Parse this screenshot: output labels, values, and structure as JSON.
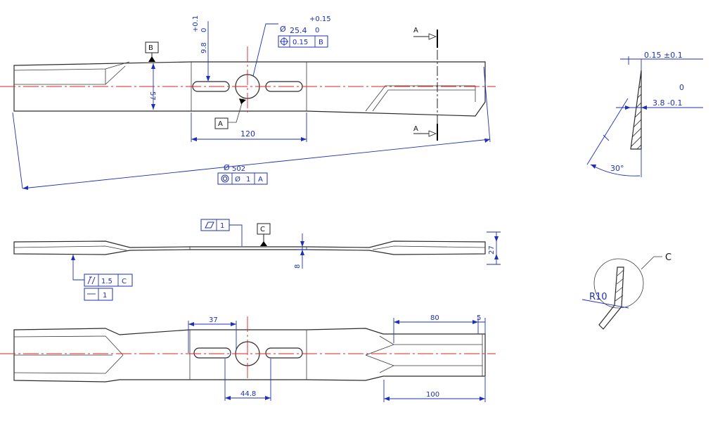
{
  "dimensions": {
    "thickness": "57",
    "center_width": "120",
    "bore_pos_tol_top": "+0.1",
    "bore_pos_tol_bottom": "0",
    "bore_pos_value": "9.8",
    "bore_dia": "25.4",
    "bore_tol_top": "+0.15",
    "bore_tol_bottom": "0",
    "length_dia": "502",
    "slot_spacing": "37",
    "slot_center": "44.8",
    "tip_80": "80",
    "tip_5": "5",
    "tip_100": "100",
    "height_8": "8",
    "height_27": "27",
    "edge_tol_top": "0.15 ±0.1",
    "edge_zero": "0",
    "edge_thick": "3.8  -0.1",
    "angle": "30°",
    "radius": "R10"
  },
  "tolerance_frames": {
    "bore_position": {
      "value": "0.15",
      "datum": "B"
    },
    "runout": {
      "value": "1",
      "datum": "A",
      "symbol": "Ø"
    },
    "flatness": {
      "value": "1"
    },
    "total_runout": {
      "value": "1.5",
      "datum": "C"
    },
    "straightness": {
      "value": "1"
    }
  },
  "datums": {
    "a": "A",
    "b": "B",
    "c": "C"
  },
  "section": {
    "top": "A",
    "bottom": "A"
  },
  "detail": {
    "label": "C"
  }
}
